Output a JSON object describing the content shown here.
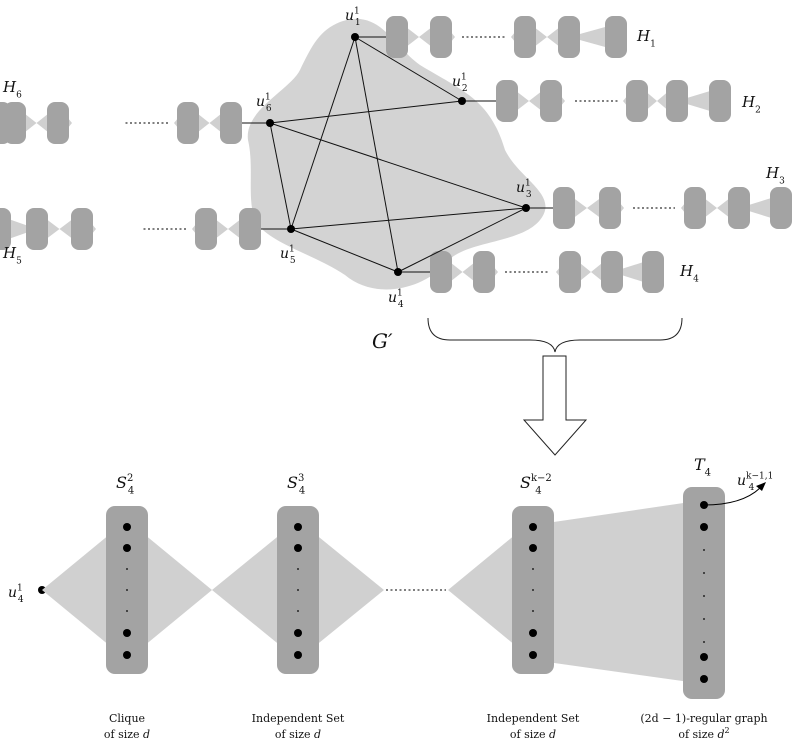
{
  "graph_label": {
    "base": "G",
    "prime": "′"
  },
  "vertices": [
    {
      "id": "u1",
      "base": "u",
      "sub": "1",
      "sup": "1"
    },
    {
      "id": "u2",
      "base": "u",
      "sub": "2",
      "sup": "1"
    },
    {
      "id": "u3",
      "base": "u",
      "sub": "3",
      "sup": "1"
    },
    {
      "id": "u4",
      "base": "u",
      "sub": "4",
      "sup": "1"
    },
    {
      "id": "u5",
      "base": "u",
      "sub": "5",
      "sup": "1"
    },
    {
      "id": "u6",
      "base": "u",
      "sub": "6",
      "sup": "1"
    }
  ],
  "edges": [
    [
      "u1",
      "u2"
    ],
    [
      "u1",
      "u4"
    ],
    [
      "u1",
      "u5"
    ],
    [
      "u6",
      "u2"
    ],
    [
      "u6",
      "u3"
    ],
    [
      "u6",
      "u5"
    ],
    [
      "u5",
      "u3"
    ],
    [
      "u5",
      "u4"
    ],
    [
      "u4",
      "u3"
    ]
  ],
  "gadgets": [
    {
      "id": "H1",
      "base": "H",
      "sub": "1"
    },
    {
      "id": "H2",
      "base": "H",
      "sub": "2"
    },
    {
      "id": "H3",
      "base": "H",
      "sub": "3"
    },
    {
      "id": "H4",
      "base": "H",
      "sub": "4"
    },
    {
      "id": "H5",
      "base": "H",
      "sub": "5"
    },
    {
      "id": "H6",
      "base": "H",
      "sub": "6"
    }
  ],
  "detail": {
    "start_vertex": {
      "base": "u",
      "sub": "4",
      "sup": "1"
    },
    "end_vertex": {
      "base": "u",
      "sub": "4",
      "sup": "k−1,1"
    },
    "groups": [
      {
        "id": "S2",
        "base": "S",
        "sub": "4",
        "sup": "2",
        "caption_line1": "Clique",
        "caption_line2": "of size ",
        "caption_var": "d",
        "caption_sup": ""
      },
      {
        "id": "S3",
        "base": "S",
        "sub": "4",
        "sup": "3",
        "caption_line1": "Independent Set",
        "caption_line2": "of size ",
        "caption_var": "d",
        "caption_sup": ""
      },
      {
        "id": "Sk",
        "base": "S",
        "sub": "4",
        "sup": "k−2",
        "caption_line1": "Independent Set",
        "caption_line2": "of size ",
        "caption_var": "d",
        "caption_sup": ""
      },
      {
        "id": "T4",
        "base": "T",
        "sub": "4",
        "sup": "",
        "caption_line1": "(2d − 1)-regular graph",
        "caption_line2": "of size ",
        "caption_var": "d",
        "caption_sup": "2"
      }
    ]
  },
  "colors": {
    "blob": "#d3d3d3",
    "cone": "#d0d0d0",
    "box": "#a3a3a3",
    "line": "#111111"
  }
}
